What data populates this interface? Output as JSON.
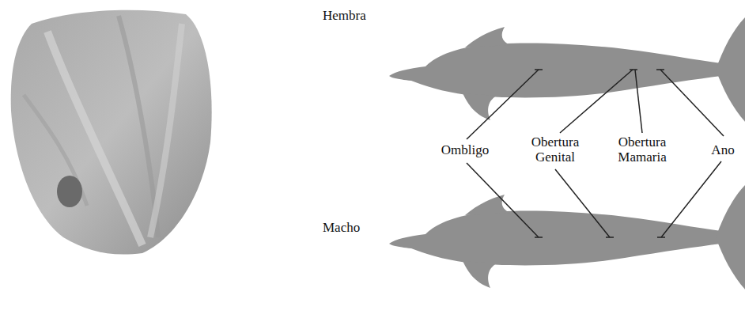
{
  "diagram": {
    "labels": [
      "Hembra",
      "Macho",
      "Ombligo",
      "Obertura Genital",
      "Obertura Mamaria",
      "Ano"
    ]
  }
}
